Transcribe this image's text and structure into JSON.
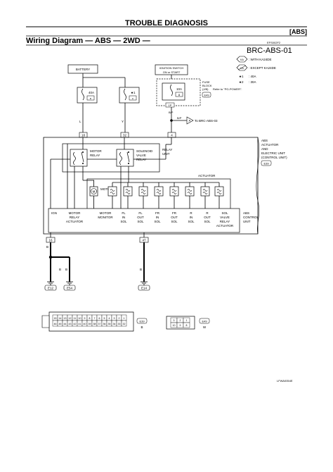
{
  "header": {
    "title": "TROUBLE DIAGNOSIS",
    "section_tag": "[ABS]",
    "diagram_title": "Wiring Diagram — ABS — 2WD —",
    "doc_code": "EFS002F2",
    "diagram_id": "BRC-ABS-01"
  },
  "legend": {
    "badge_1": "KA",
    "text_1": ": WITH KA24DE",
    "badge_2": "KA",
    "text_2": ": EXCEPT KA24DE",
    "mark_3": "★1",
    "text_3": ": 40A",
    "mark_4": "★2",
    "text_4": ": 30A"
  },
  "components": {
    "battery": "BATTERY",
    "ignition_line1": "IGNITION SWITCH",
    "ignition_line2": "ON or START",
    "fuse_main": "40A",
    "fuse_main_num": "e",
    "fuse_alt_mark": "★1",
    "fuse_alt_num": "c",
    "fuse_ign": "10A",
    "fuse_ign_num": "8",
    "fuse_block_1": "FUSE",
    "fuse_block_2": "BLOCK",
    "fuse_block_3": "(J/B)",
    "fuse_block_conn": "E49",
    "fuse_block_ref": "Refer to \"PG-POWER\".",
    "fuse_conn": "1P",
    "bp_label": "B/P",
    "bp_arrow_label": "B/P",
    "bp_ref": "To BRC-ABS-03",
    "bp_marker": "A",
    "wire_l": "L",
    "wire_y": "Y",
    "pin_18": "18",
    "pin_32": "32",
    "pin_4": "4",
    "motor_relay_1": "MOTOR",
    "motor_relay_2": "RELAY",
    "sol_relay_1": "SOLENOID",
    "sol_relay_2": "VALVE",
    "sol_relay_3": "RELAY",
    "relay_unit_1": "RELAY",
    "relay_unit_2": "UNIT",
    "actuator": "ACTUATOR",
    "motor": "MOTOR",
    "abs_act_1": "ABS",
    "abs_act_2": "ACTUATOR",
    "abs_act_3": "AND",
    "abs_act_4": "ELECTRIC UNIT",
    "abs_act_5": "(CONTROL UNIT)",
    "abs_act_conn": "E39",
    "control_1": "ABS",
    "control_2": "CONTROL",
    "control_3": "UNIT"
  },
  "control_unit_labels": [
    {
      "l1": "IGN",
      "l2": "",
      "l3": ""
    },
    {
      "l1": "MOTOR",
      "l2": "RELAY",
      "l3": "ACTUATOR"
    },
    {
      "l1": "MOTOR",
      "l2": "MONITOR",
      "l3": ""
    },
    {
      "l1": "FL",
      "l2": "IN",
      "l3": "SOL"
    },
    {
      "l1": "FL",
      "l2": "OUT",
      "l3": "SOL"
    },
    {
      "l1": "FR",
      "l2": "IN",
      "l3": "SOL"
    },
    {
      "l1": "FR",
      "l2": "OUT",
      "l3": "SOL"
    },
    {
      "l1": "R",
      "l2": "IN",
      "l3": "SOL"
    },
    {
      "l1": "R",
      "l2": "OUT",
      "l3": "SOL"
    },
    {
      "l1": "SOL",
      "l2": "VALVE",
      "l3": "RELAY"
    },
    {
      "l1": "",
      "l2": "",
      "l3": "ACTUATOR"
    }
  ],
  "grounds": {
    "pin_16": "16",
    "pin_47": "47",
    "wire_b1": "B",
    "wire_b2": "B",
    "wire_b3": "B",
    "wire_b4": "B",
    "g_e12": "E12",
    "g_e54": "E54",
    "g_e14": "E14"
  },
  "connectors": {
    "left_row1": [
      "15",
      "14",
      "13",
      "12",
      "11",
      "10",
      "9",
      "8",
      "7",
      "6",
      "5",
      "4",
      "3",
      "2",
      "1"
    ],
    "left_row2": [
      "46",
      "45",
      "44",
      "43",
      "42",
      "41",
      "40",
      "39",
      "38",
      "37",
      "36",
      "35",
      "34",
      "33",
      "32"
    ],
    "left_id": "E39",
    "left_color": "B",
    "right_row1": [
      "3",
      "2",
      "1"
    ],
    "right_row2": [
      "10",
      "9",
      "8"
    ],
    "right_id": "E49",
    "right_color": "W"
  },
  "footer_code": "LFWA0054E"
}
